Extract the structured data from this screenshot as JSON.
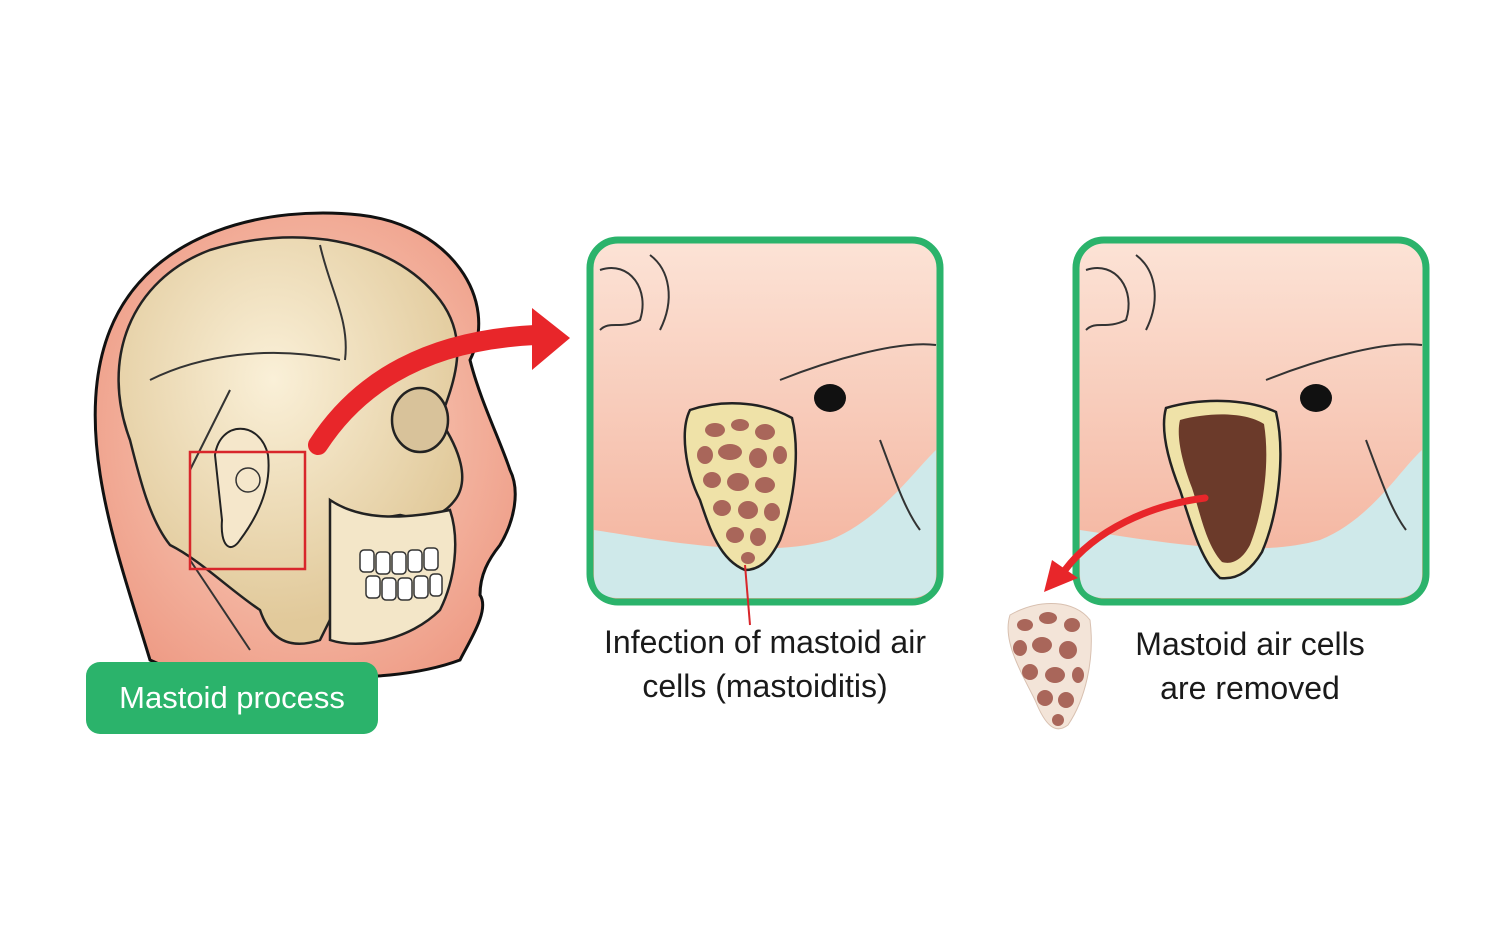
{
  "labels": {
    "mastoid_process": "Mastoid process",
    "infection_line1": "Infection of mastoid air",
    "infection_line2": "cells (mastoiditis)",
    "removed_line1": "Mastoid air cells",
    "removed_line2": "are removed"
  },
  "colors": {
    "accent_green": "#2bb36b",
    "frame_green": "#2bb36b",
    "arrow_red": "#e8262a",
    "skin": "#f2a890",
    "bone": "#ecdcb4",
    "air_cell_brown": "#a9665a",
    "cavity_brown": "#6b3a2a"
  },
  "icons": {
    "head": "skull-profile-illustration",
    "zoom_box": "highlight-rectangle",
    "arrow1": "curved-red-arrow",
    "arrow2": "curved-red-arrow-small"
  }
}
